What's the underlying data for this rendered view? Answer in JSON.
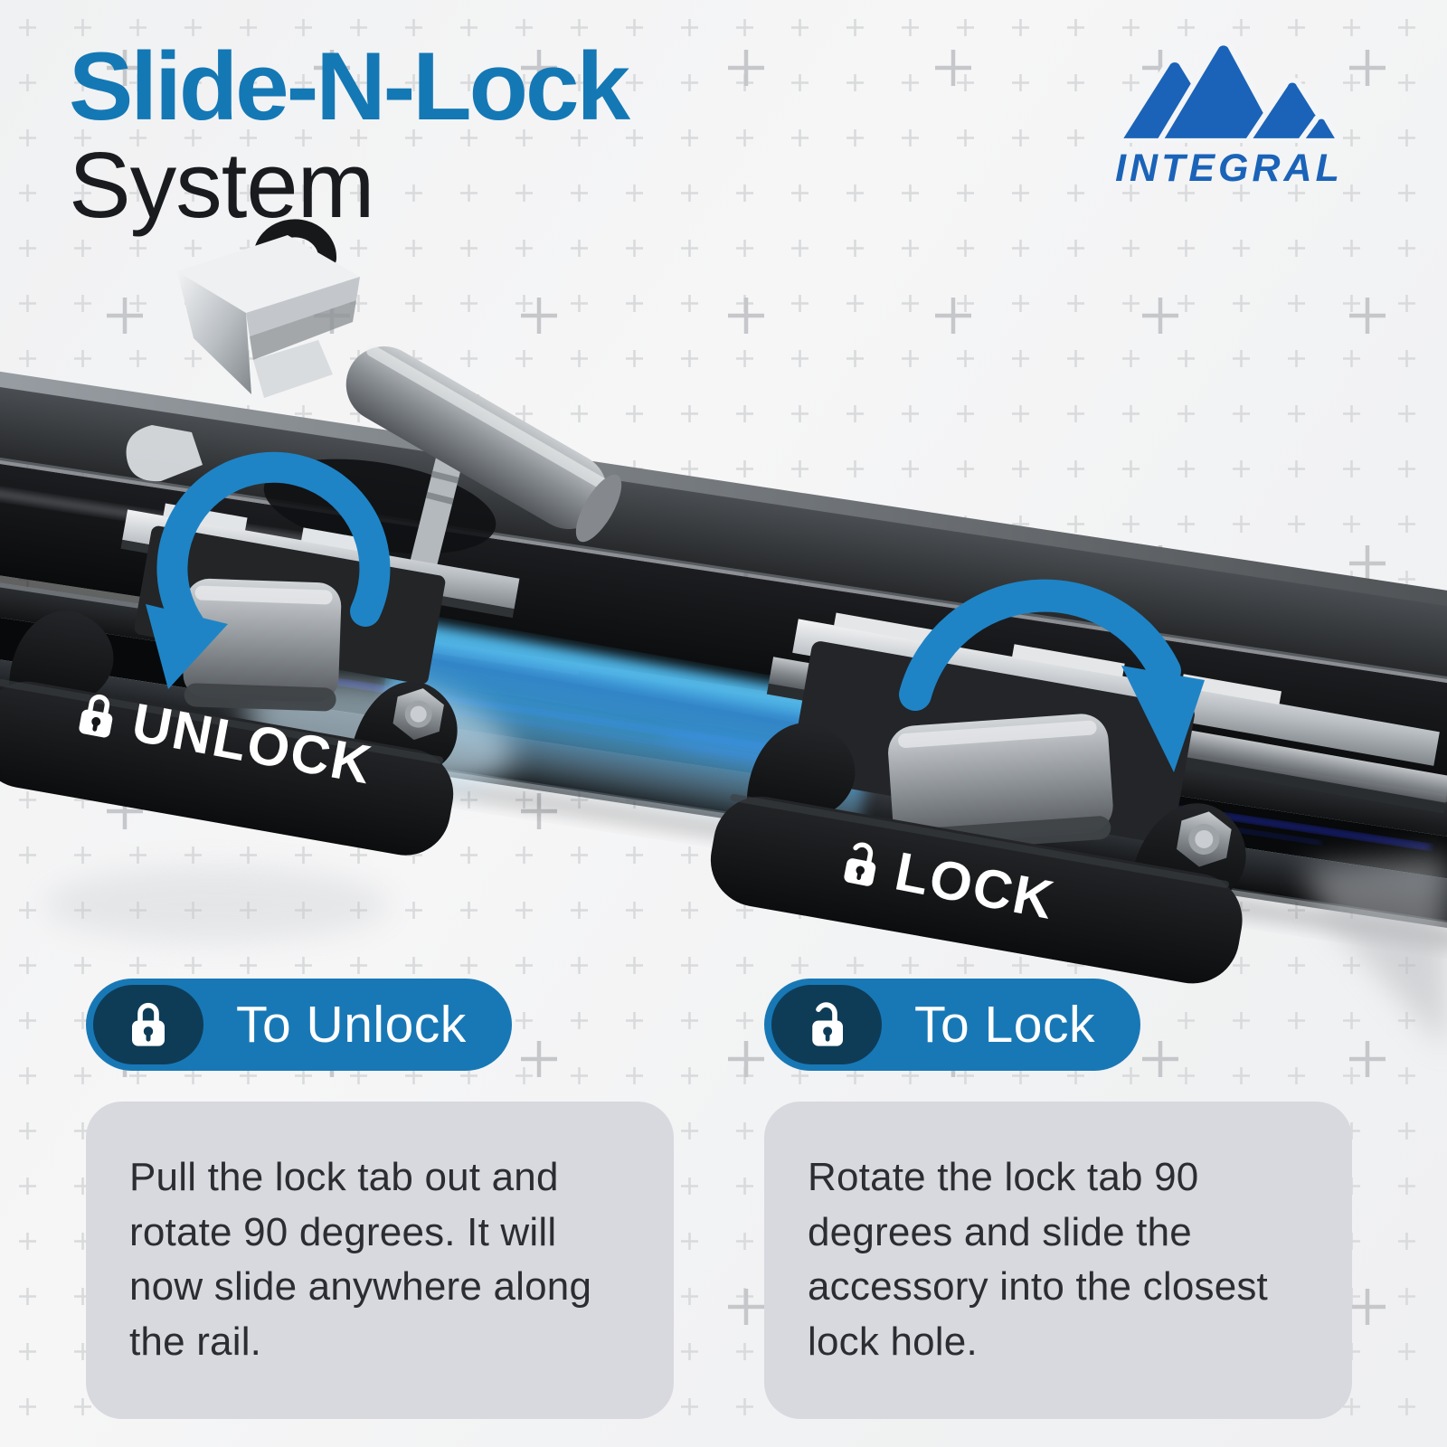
{
  "header": {
    "title_line1": "Slide-N-Lock",
    "title_line2": "System"
  },
  "brand": {
    "name": "INTEGRAL",
    "logo_icon": "mountain-peaks-icon"
  },
  "hero": {
    "unlock_tag": {
      "icon": "closed-padlock-icon",
      "label": "UNLOCK"
    },
    "lock_tag": {
      "icon": "open-padlock-icon",
      "label": "LOCK"
    },
    "left_arrow": "counterclockwise-rotation-arrow",
    "right_arrow": "clockwise-rotation-arrow"
  },
  "instructions": {
    "unlock": {
      "icon": "closed-padlock-icon",
      "heading": "To Unlock",
      "body": "Pull the lock tab out and rotate 90 degrees. It will now slide anywhere along the rail."
    },
    "lock": {
      "icon": "open-padlock-icon",
      "heading": "To Lock",
      "body": "Rotate the lock tab 90 degrees and slide the accessory into the closest lock hole."
    }
  },
  "colors": {
    "title_blue": "#1478b5",
    "logo_blue": "#1a63b8",
    "pill_blue": "#1878b6",
    "pill_navy": "#0e3c57",
    "arrow_blue": "#1e84c6",
    "glow_blue": "#3fa7e6",
    "card_gray": "#d7d9de",
    "text_dark": "#2b2d32"
  }
}
